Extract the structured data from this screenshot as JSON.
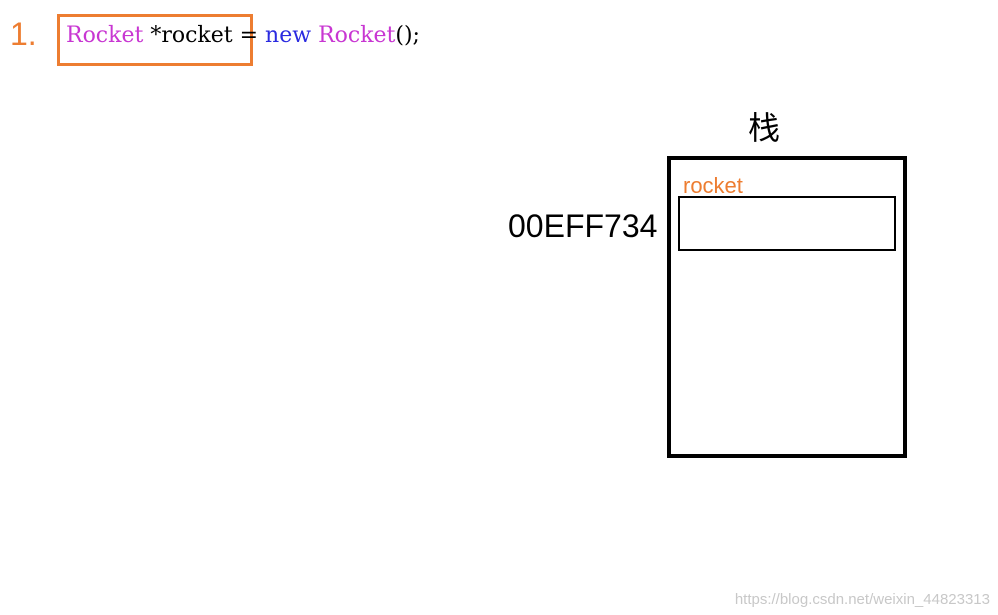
{
  "step": {
    "number": "1."
  },
  "code": {
    "type_name": "Rocket",
    "var_decl": " *rocket",
    "assign": " = ",
    "keyword_new": "new",
    "space": " ",
    "ctor_name": "Rocket",
    "tail": "();"
  },
  "stack": {
    "title": "栈",
    "var_name": "rocket",
    "address": "00EFF734"
  },
  "watermark": "https://blog.csdn.net/weixin_44823313",
  "colors": {
    "accent": "#ED7D31",
    "code_type": "#C836D2",
    "code_keyword": "#2A2AE0"
  }
}
